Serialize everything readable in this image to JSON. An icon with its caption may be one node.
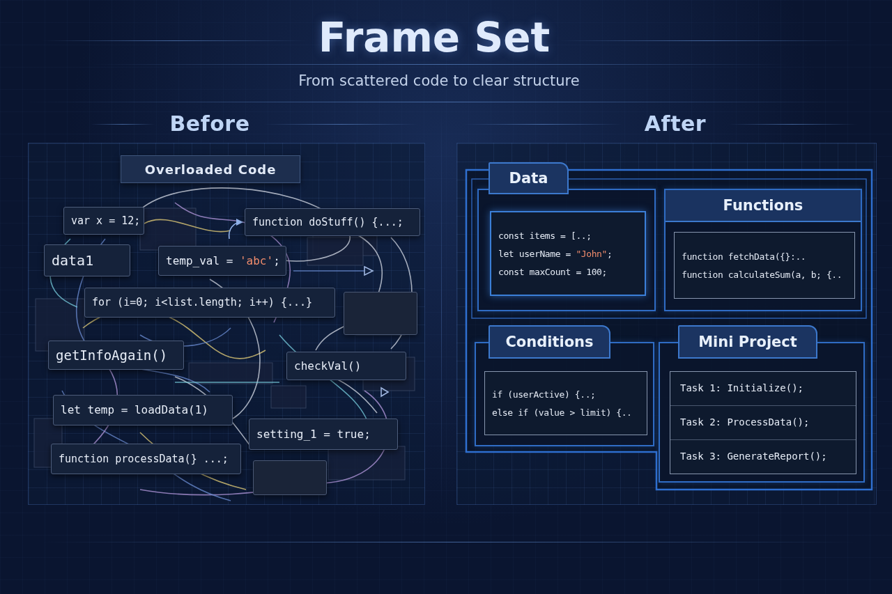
{
  "diagram": {
    "title": "Frame Set",
    "nodes": [
      {
        "text": [
          "Before"
        ]
      },
      {
        "text": [
          "Overloaded Code"
        ],
        "in": 0
      },
      {
        "text": [
          "var x = 12;"
        ],
        "in": 0
      },
      {
        "text": [
          "function doStuff() {...;"
        ],
        "in": 0
      },
      {
        "text": [
          "data1"
        ],
        "in": 0
      },
      {
        "text": [
          "temp_val = 'abc';"
        ],
        "in": 0
      },
      {
        "text": [
          "for (i=0; i<list.length; i++) {...}"
        ],
        "in": 0
      },
      {
        "text": [],
        "shape": "box",
        "in": 0
      },
      {
        "text": [
          "getInfoAgain()"
        ],
        "in": 0
      },
      {
        "text": [
          "checkVal()"
        ],
        "in": 0
      },
      {
        "text": [
          "let temp = loadData(1)"
        ],
        "in": 0
      },
      {
        "text": [
          "setting_1 = true;"
        ],
        "in": 0
      },
      {
        "text": [
          "function processData(} ...;"
        ],
        "in": 0
      },
      {
        "text": [],
        "shape": "box",
        "in": 0
      },
      {
        "text": [
          "After"
        ]
      },
      {
        "text": [
          "Data"
        ],
        "in": 14
      },
      {
        "text": [
          "const items = [..;",
          "let userName = \"John\";",
          "const maxCount = 100;"
        ],
        "in": 15
      },
      {
        "text": [
          "Functions"
        ],
        "in": 14
      },
      {
        "text": [
          "function fetchData({}:..",
          "function calculateSum(a, b; {.."
        ],
        "in": 17
      },
      {
        "text": [
          "Conditions"
        ],
        "in": 14
      },
      {
        "text": [
          "if (userActive) {..;",
          "else if (value > limit) {.."
        ],
        "in": 19
      },
      {
        "text": [
          "Mini Project"
        ],
        "in": 14
      },
      {
        "text": [
          "Task 1: Initialize();",
          "Task 2: ProcessData();",
          "Task 3: GenerateReport();"
        ],
        "in": 21
      }
    ],
    "labels": [
      "From scattered code to clear structure"
    ]
  }
}
